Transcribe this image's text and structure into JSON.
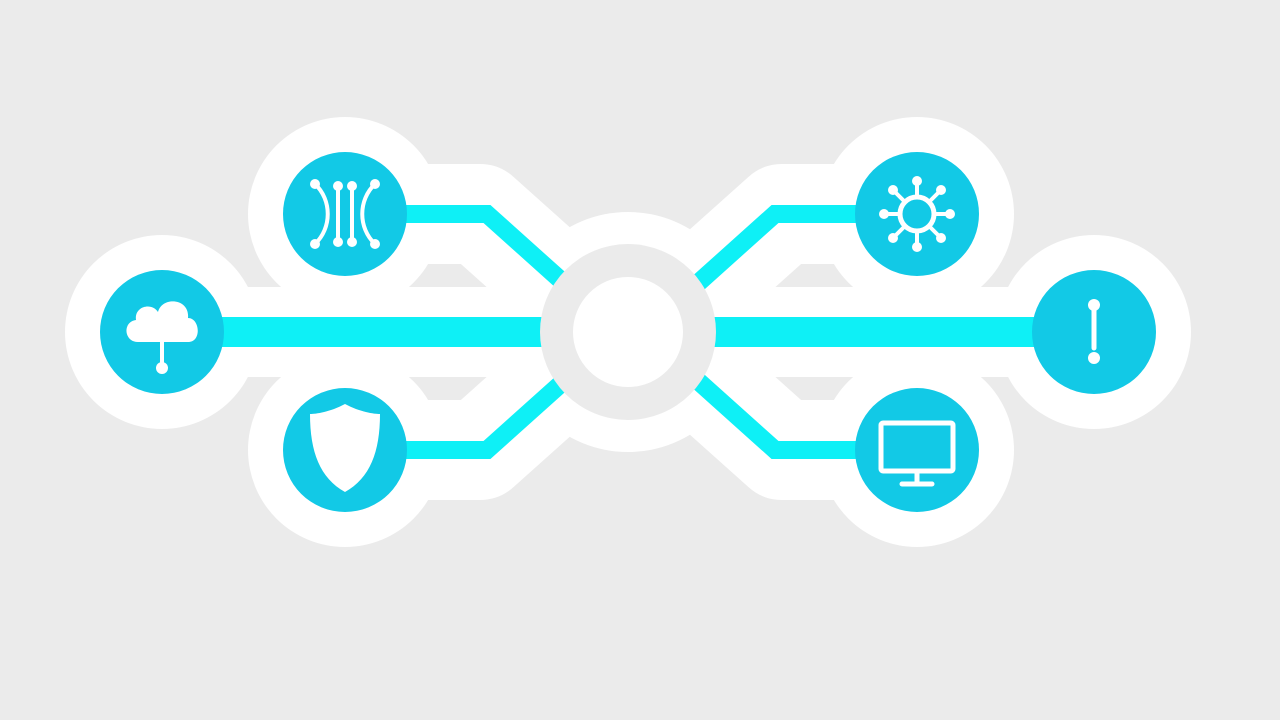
{
  "colors": {
    "background": "#ebebeb",
    "halo": "#ffffff",
    "link": "#0ef0f6",
    "node": "#12c9e6",
    "hub_ring": "#ebebeb",
    "hub_center": "#ffffff"
  },
  "hub": {
    "icon": "none"
  },
  "nodes": [
    {
      "id": "cloud",
      "icon": "cloud-icon",
      "side": "left",
      "row": "middle"
    },
    {
      "id": "branch",
      "icon": "branch-connector-icon",
      "side": "left",
      "row": "top"
    },
    {
      "id": "shield",
      "icon": "shield-icon",
      "side": "left",
      "row": "bottom"
    },
    {
      "id": "network",
      "icon": "network-hub-icon",
      "side": "right",
      "row": "top"
    },
    {
      "id": "alert",
      "icon": "exclamation-icon",
      "side": "right",
      "row": "middle"
    },
    {
      "id": "monitor",
      "icon": "monitor-icon",
      "side": "right",
      "row": "bottom"
    }
  ]
}
